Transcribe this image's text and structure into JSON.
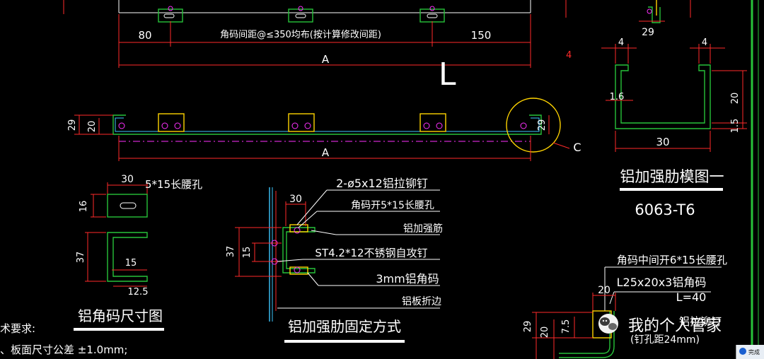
{
  "colors": {
    "background": "#000000",
    "dimension": "#ff2a2a",
    "part": "#27c23a",
    "accent": "#ffd400",
    "text": "#ffffff",
    "frame": "#27c23a"
  },
  "top_view": {
    "left_dim": "80",
    "spacing_note": "角码间距@≤350均布(按计算修改间距)",
    "right_dim": "150",
    "overall": "A"
  },
  "section_view": {
    "dim_29": "29",
    "dim_20": "20",
    "dim_29_right": "29",
    "overall": "A",
    "detail_label": "C",
    "view_letter": "L"
  },
  "sheet_number": "4",
  "profile": {
    "left_lip": "4",
    "right_lip": "4",
    "thickness": "1.6",
    "height": "20",
    "bottom": "1.5",
    "width": "30",
    "top_value": "29",
    "title": "铝加强肋模图一",
    "alloy": "6063-T6"
  },
  "corner_bracket": {
    "width": "30",
    "slot": "5*15长腰孔",
    "dim_16": "16",
    "dim_37": "37",
    "dim_15": "15",
    "dim_12_5": "12.5",
    "title": "铝角码尺寸图"
  },
  "fixing_method": {
    "rivet": "2-ø5x12铝拉铆钉",
    "dim_30": "30",
    "slot": "角码开5*15长腰孔",
    "rib": "铝加强筋",
    "screw": "ST4.2*12不锈钢自攻钉",
    "angle": "3mm铝角码",
    "fold": "铝板折边",
    "dim_37": "37",
    "dim_15": "15",
    "title": "铝加强肋固定方式"
  },
  "bottom_right": {
    "slot_note": "角码中间开6*15长腰孔",
    "dim_20": "20",
    "angle_spec": "L25x20x3铝角码",
    "length": "L=40",
    "dim_29": "29",
    "dim_20b": "20",
    "dim_7_5": "7.5",
    "rivet_partial": "铝拉铆钉",
    "pitch_note": "(钉孔距24mm)"
  },
  "watermark": {
    "name": "我的个人管家"
  },
  "tech_requirements": {
    "heading": "术要求:",
    "item1": "、板面尺寸公差 ±1.0mm;"
  },
  "status_badge": {
    "text": "完成"
  }
}
